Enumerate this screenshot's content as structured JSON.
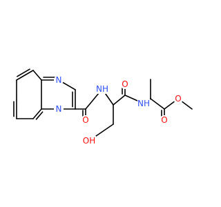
{
  "molecule": {
    "labels": {
      "n_ring_top": "N",
      "n_ring_bottom": "N",
      "o_amide1": "O",
      "nh_amide1": "NH",
      "o_hydroxyl": "OH",
      "o_amide2": "O",
      "nh_amide2": "NH",
      "o_ester_carbonyl": "O",
      "o_ester": "O"
    },
    "colors": {
      "bond": "#000000",
      "nitrogen": "#3050F8",
      "oxygen": "#FF0D0D"
    }
  }
}
